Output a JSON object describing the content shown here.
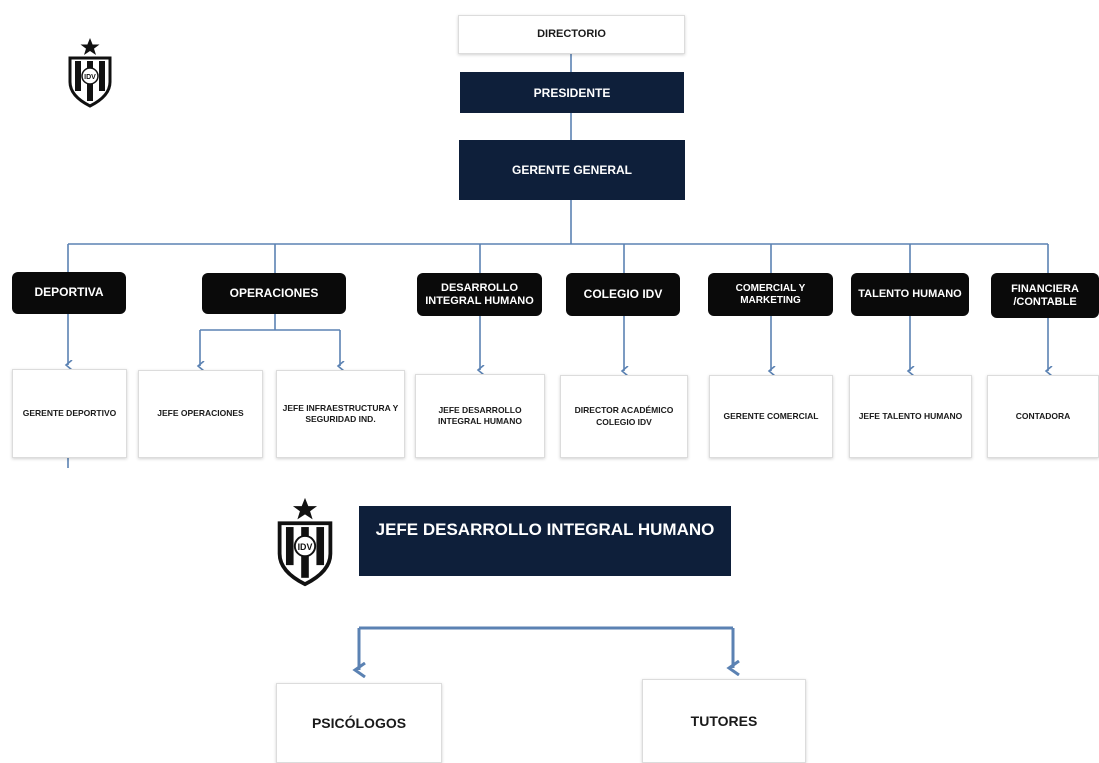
{
  "colors": {
    "navy": "#0e1f3a",
    "black": "#0a0a0a",
    "line": "#5b82b3"
  },
  "icons": [
    "club-crest-logo",
    "star-icon"
  ],
  "top": {
    "directorio": "DIRECTORIO",
    "presidente": "PRESIDENTE",
    "gerente_general": "GERENTE GENERAL"
  },
  "departments": [
    "DEPORTIVA",
    "OPERACIONES",
    "DESARROLLO INTEGRAL HUMANO",
    "COLEGIO IDV",
    "COMERCIAL Y MARKETING",
    "TALENTO HUMANO",
    "FINANCIERA /CONTABLE"
  ],
  "positions": [
    "GERENTE DEPORTIVO",
    "JEFE OPERACIONES",
    "JEFE INFRAESTRUCTURA Y SEGURIDAD IND.",
    "JEFE DESARROLLO INTEGRAL HUMANO",
    "DIRECTOR ACADÉMICO COLEGIO IDV",
    "GERENTE COMERCIAL",
    "JEFE TALENTO HUMANO",
    "CONTADORA"
  ],
  "sub_chart": {
    "head": "JEFE DESARROLLO INTEGRAL HUMANO",
    "children": [
      "PSICÓLOGOS",
      "TUTORES"
    ]
  }
}
